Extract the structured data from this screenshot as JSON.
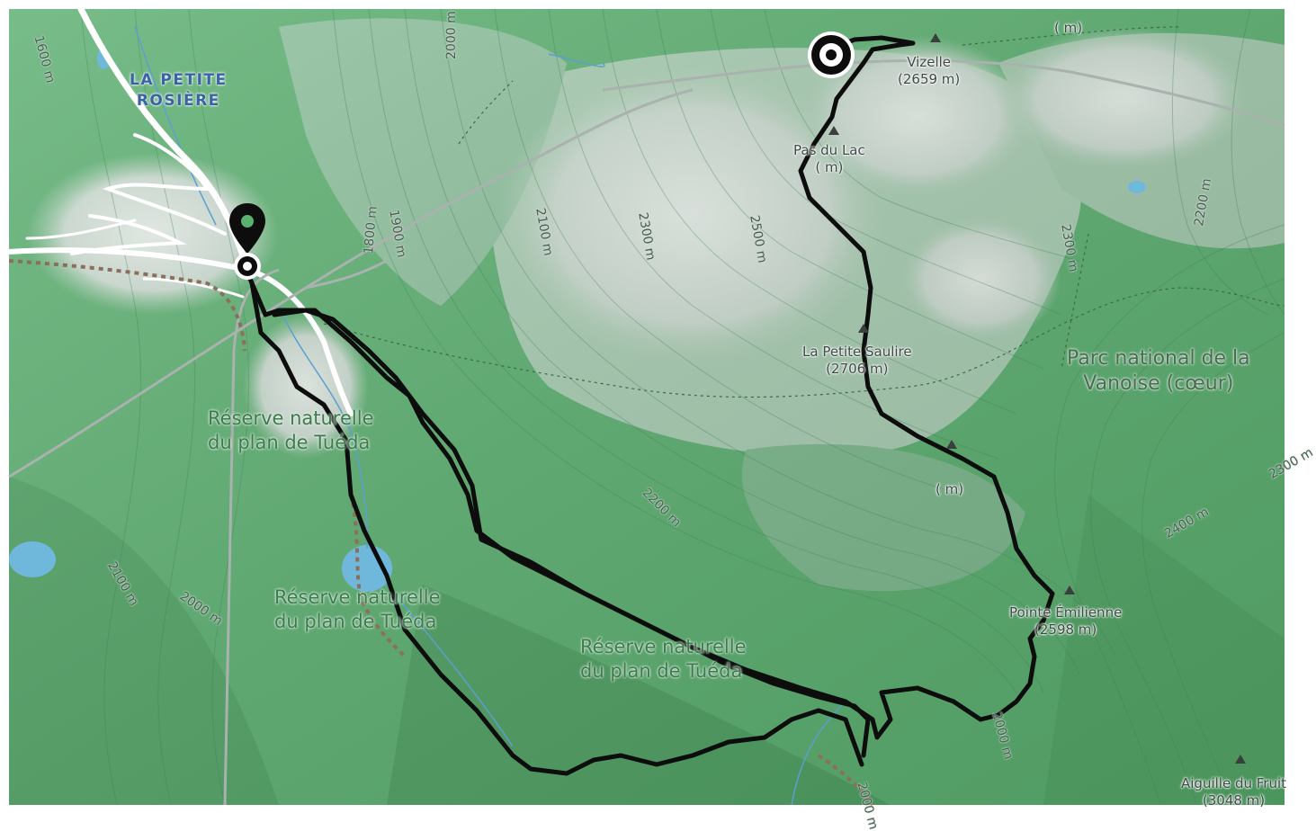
{
  "localities": [
    {
      "lines": [
        "LA PETITE",
        "ROSIÈRE"
      ]
    }
  ],
  "peaks": [
    {
      "name": "Vizelle",
      "elev": "(2659 m)"
    },
    {
      "name": "Pas du Lac",
      "elev": "( m)"
    },
    {
      "name": "La Petite Saulire",
      "elev": "(2706 m)"
    },
    {
      "name": "",
      "elev": "( m)"
    },
    {
      "name": "Pointe Émilienne",
      "elev": "(2598 m)"
    },
    {
      "name": "Aiguille du Fruit",
      "elev": "(3048 m)"
    },
    {
      "name": "",
      "elev": "( m)"
    }
  ],
  "reserves": [
    {
      "lines": [
        "Réserve naturelle",
        "du plan de Tuéda"
      ]
    },
    {
      "lines": [
        "Réserve naturelle",
        "du plan de Tuéda"
      ]
    },
    {
      "lines": [
        "Réserve naturelle",
        "du plan de Tuéda"
      ]
    }
  ],
  "parks": [
    {
      "lines": [
        "Parc national de la",
        "Vanoise (cœur)"
      ]
    }
  ],
  "contour_labels": [
    "1600 m",
    "2000 m",
    "1800 m",
    "1900 m",
    "2100 m",
    "2300 m",
    "2500 m",
    "2300 m",
    "2200 m",
    "2200 m",
    "2400 m",
    "2300 m",
    "2100 m",
    "2000 m",
    "2000 m",
    "2000 m"
  ],
  "markers": [
    {
      "type": "start",
      "icon": "map-pin-icon"
    },
    {
      "type": "end",
      "icon": "target-icon"
    }
  ],
  "colors": {
    "forest": "#59b06f",
    "alpine": "#a9ccb2",
    "rock": "#cfdcd3",
    "water": "#6fb8dc",
    "track": "#0d0d0d",
    "trail": "#8b6f5a"
  }
}
